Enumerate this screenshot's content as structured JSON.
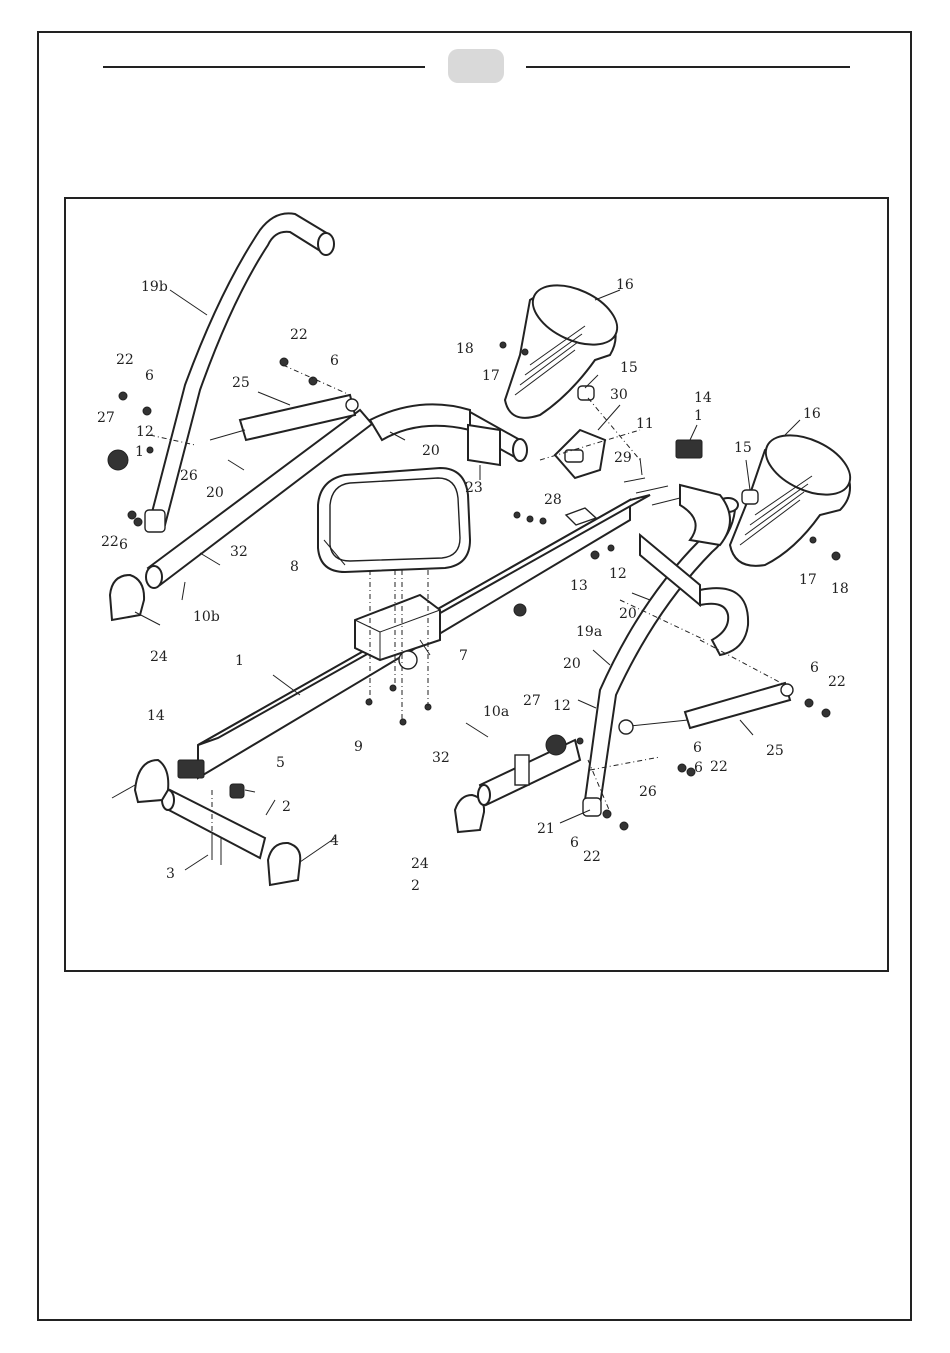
{
  "diagram": {
    "labels": [
      {
        "id": "19b",
        "text": "19b"
      },
      {
        "id": "22a",
        "text": "22"
      },
      {
        "id": "6a",
        "text": "6"
      },
      {
        "id": "22b",
        "text": "22"
      },
      {
        "id": "6b",
        "text": "6"
      },
      {
        "id": "25a",
        "text": "25"
      },
      {
        "id": "27a",
        "text": "27"
      },
      {
        "id": "12a",
        "text": "12"
      },
      {
        "id": "1a",
        "text": "1"
      },
      {
        "id": "26a",
        "text": "26"
      },
      {
        "id": "20a",
        "text": "20"
      },
      {
        "id": "20b",
        "text": "20"
      },
      {
        "id": "22c",
        "text": "22"
      },
      {
        "id": "6c",
        "text": "6"
      },
      {
        "id": "32a",
        "text": "32"
      },
      {
        "id": "10b",
        "text": "10b"
      },
      {
        "id": "24a",
        "text": "24"
      },
      {
        "id": "8",
        "text": "8"
      },
      {
        "id": "23",
        "text": "23"
      },
      {
        "id": "16a",
        "text": "16"
      },
      {
        "id": "18a",
        "text": "18"
      },
      {
        "id": "17a",
        "text": "17"
      },
      {
        "id": "15a",
        "text": "15"
      },
      {
        "id": "30",
        "text": "30"
      },
      {
        "id": "14a",
        "text": "14"
      },
      {
        "id": "1b",
        "text": "1"
      },
      {
        "id": "16b",
        "text": "16"
      },
      {
        "id": "11",
        "text": "11"
      },
      {
        "id": "29",
        "text": "29"
      },
      {
        "id": "15b",
        "text": "15"
      },
      {
        "id": "28",
        "text": "28"
      },
      {
        "id": "13",
        "text": "13"
      },
      {
        "id": "12b",
        "text": "12"
      },
      {
        "id": "17b",
        "text": "17"
      },
      {
        "id": "18b",
        "text": "18"
      },
      {
        "id": "20c",
        "text": "20"
      },
      {
        "id": "19a",
        "text": "19a"
      },
      {
        "id": "1c",
        "text": "1"
      },
      {
        "id": "7",
        "text": "7"
      },
      {
        "id": "20d",
        "text": "20"
      },
      {
        "id": "6d",
        "text": "6"
      },
      {
        "id": "22d",
        "text": "22"
      },
      {
        "id": "14b",
        "text": "14"
      },
      {
        "id": "9",
        "text": "9"
      },
      {
        "id": "10a",
        "text": "10a"
      },
      {
        "id": "27b",
        "text": "27"
      },
      {
        "id": "12c",
        "text": "12"
      },
      {
        "id": "32b",
        "text": "32"
      },
      {
        "id": "25b",
        "text": "25"
      },
      {
        "id": "6e",
        "text": "6"
      },
      {
        "id": "6f",
        "text": "6"
      },
      {
        "id": "22e",
        "text": "22"
      },
      {
        "id": "5",
        "text": "5"
      },
      {
        "id": "26b",
        "text": "26"
      },
      {
        "id": "2a",
        "text": "2"
      },
      {
        "id": "21",
        "text": "21"
      },
      {
        "id": "6g",
        "text": "6"
      },
      {
        "id": "22f",
        "text": "22"
      },
      {
        "id": "4",
        "text": "4"
      },
      {
        "id": "3",
        "text": "3"
      },
      {
        "id": "24b",
        "text": "24"
      },
      {
        "id": "2b",
        "text": "2"
      }
    ]
  }
}
